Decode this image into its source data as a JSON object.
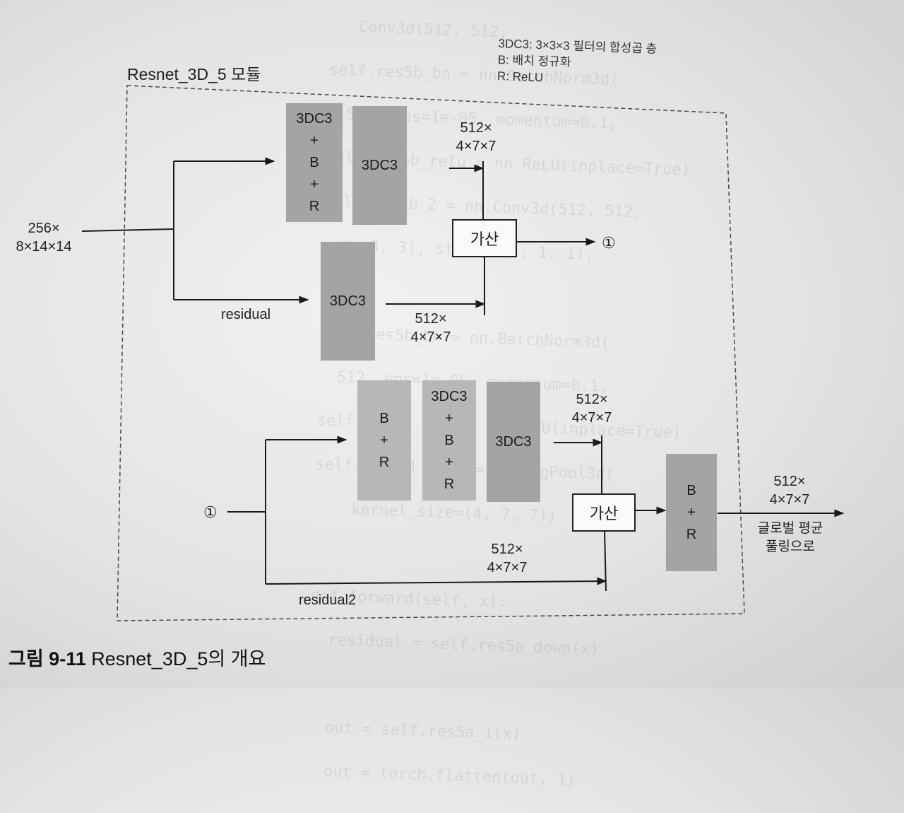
{
  "module_title": "Resnet_3D_5 모듈",
  "legend": {
    "line1": "3DC3: 3×3×3 필터의 합성곱 층",
    "line2": "B: 배치 정규화",
    "line3": "R: ReLU"
  },
  "input": {
    "line1": "256×",
    "line2": "8×14×14"
  },
  "upper": {
    "block1": [
      "3DC3",
      "+",
      "B",
      "+",
      "R"
    ],
    "block2": "3DC3",
    "residual_block": "3DC3",
    "residual_label": "residual",
    "main_dims": {
      "line1": "512×",
      "line2": "4×7×7"
    },
    "residual_dims": {
      "line1": "512×",
      "line2": "4×7×7"
    },
    "add": "가산",
    "out_marker": "①"
  },
  "lower": {
    "in_marker": "①",
    "block1": [
      "B",
      "+",
      "R"
    ],
    "block2": [
      "3DC3",
      "+",
      "B",
      "+",
      "R"
    ],
    "block3": "3DC3",
    "main_dims": {
      "line1": "512×",
      "line2": "4×7×7"
    },
    "residual_dims": {
      "line1": "512×",
      "line2": "4×7×7"
    },
    "residual_label": "residual2",
    "add": "가산",
    "final_block": [
      "B",
      "+",
      "R"
    ],
    "out_dims": {
      "line1": "512×",
      "line2": "4×7×7"
    },
    "out_text": {
      "line1": "글로벌 평균",
      "line2": "풀링으로"
    }
  },
  "caption": {
    "number": "그림 9-11",
    "text": "Resnet_3D_5의 개요"
  },
  "colors": {
    "block_dark": "#a4a4a4",
    "block_light": "#b7b7b7",
    "line": "#1a1a1a",
    "page": "#ececea"
  }
}
